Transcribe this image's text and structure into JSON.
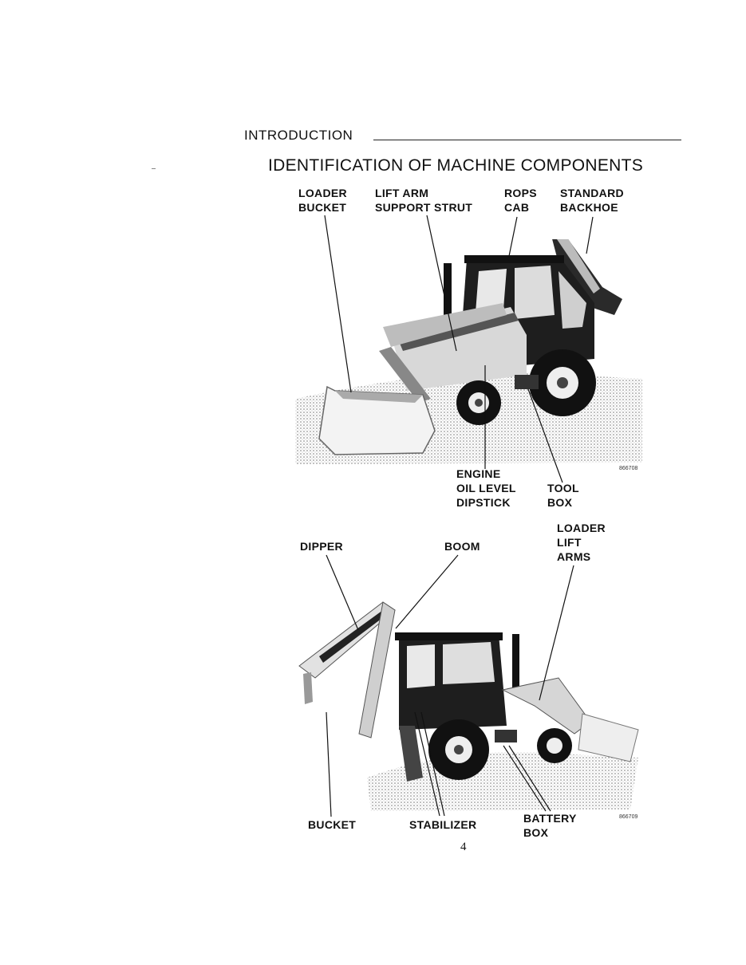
{
  "header": {
    "section": "INTRODUCTION",
    "title": "IDENTIFICATION OF MACHINE COMPONENTS"
  },
  "figure1": {
    "labels": {
      "loader_bucket": "LOADER\nBUCKET",
      "lift_arm_strut": "LIFT ARM\nSUPPORT STRUT",
      "rops_cab": "ROPS\nCAB",
      "standard_backhoe": "STANDARD\nBACKHOE",
      "engine_oil_dipstick": "ENGINE\nOIL LEVEL\nDIPSTICK",
      "tool_box": "TOOL\nBOX"
    },
    "code": "866708"
  },
  "figure2": {
    "labels": {
      "dipper": "DIPPER",
      "boom": "BOOM",
      "loader_lift_arms": "LOADER\nLIFT\nARMS",
      "bucket": "BUCKET",
      "stabilizer": "STABILIZER",
      "battery_box": "BATTERY\nBOX"
    },
    "code": "866709"
  },
  "page_number": "4"
}
